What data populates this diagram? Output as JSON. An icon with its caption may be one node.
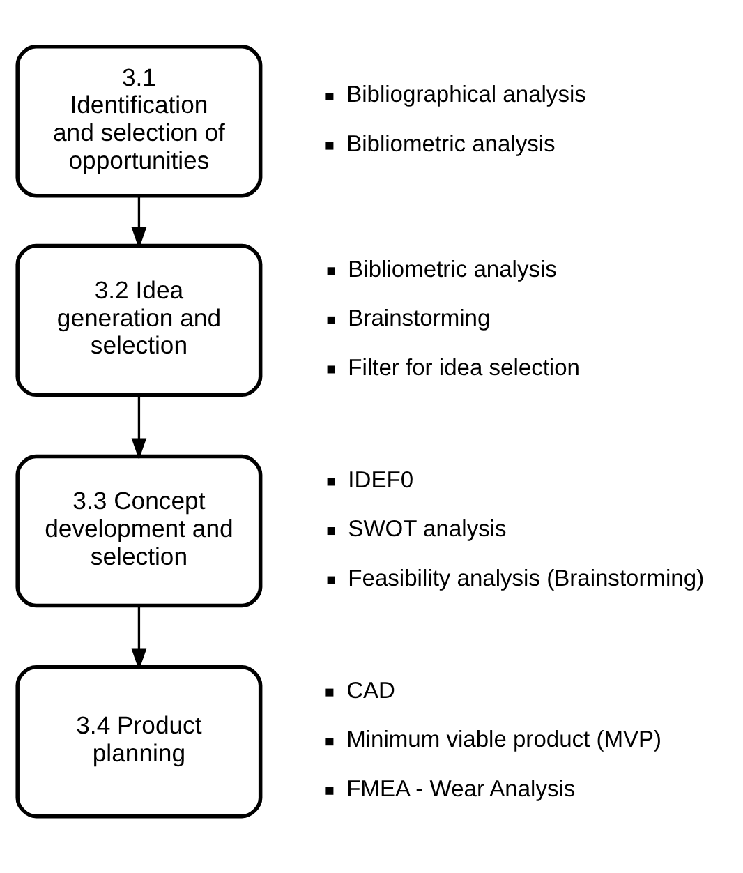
{
  "diagram": {
    "nodes": [
      {
        "text": [
          "3.1 Identification and selection of opportunities"
        ],
        "beside": [
          "Bibliographical analysis",
          "Bibliometric analysis"
        ]
      },
      {
        "text": [
          "3.2 Idea generation and selection"
        ],
        "beside": [
          "Bibliometric analysis",
          "Brainstorming",
          "Filter for idea selection"
        ]
      },
      {
        "text": [
          "3.3 Concept development and selection"
        ],
        "beside": [
          "IDEF0",
          "SWOT analysis",
          "Feasibility analysis (Brainstorming)"
        ]
      },
      {
        "text": [
          "3.4 Product planning"
        ],
        "beside": [
          "CAD",
          "Minimum viable product (MVP)",
          "FMEA - Wear Analysis"
        ]
      }
    ],
    "edges": [
      {
        "from": 0,
        "to": 1,
        "arrow": "to"
      },
      {
        "from": 1,
        "to": 2,
        "arrow": "to"
      },
      {
        "from": 2,
        "to": 3,
        "arrow": "to"
      }
    ]
  }
}
